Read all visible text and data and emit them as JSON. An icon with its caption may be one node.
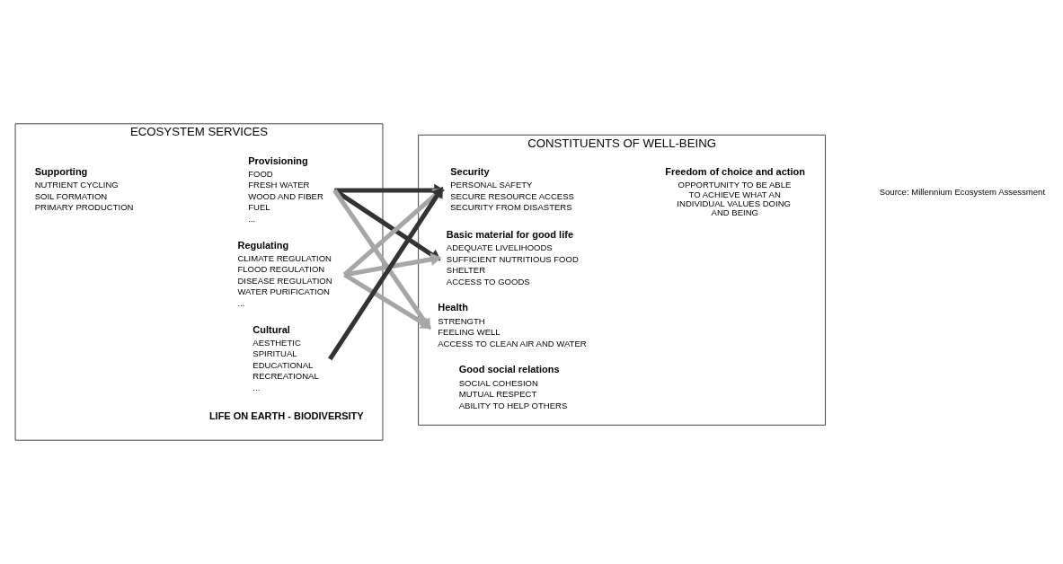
{
  "diagram": {
    "nodes": [
      {
        "text": [
          "ECOSYSTEM SERVICES"
        ]
      },
      {
        "text": [
          "Supporting",
          "NUTRIENT CYCLING",
          "SOIL FORMATION",
          "PRIMARY PRODUCTION"
        ],
        "in": 0
      },
      {
        "text": [
          "Provisioning",
          "FOOD",
          "FRESH WATER",
          "WOOD AND FIBER",
          "FUEL",
          "..."
        ],
        "in": 0
      },
      {
        "text": [
          "Regulating",
          "CLIMATE REGULATION",
          "FLOOD REGULATION",
          "DISEASE REGULATION",
          "WATER PURIFICATION",
          "..."
        ],
        "in": 0
      },
      {
        "text": [
          "Cultural",
          "AESTHETIC",
          "SPIRITUAL",
          "EDUCATIONAL",
          "RECREATIONAL",
          "..."
        ],
        "in": 0
      },
      {
        "text": [
          "LIFE ON EARTH - BIODIVERSITY"
        ],
        "in": 0
      },
      {
        "text": [
          "CONSTITUENTS OF WELL-BEING"
        ]
      },
      {
        "text": [
          "Security",
          "PERSONAL SAFETY",
          "SECURE RESOURCE ACCESS",
          "SECURITY FROM DISASTERS"
        ],
        "in": 6
      },
      {
        "text": [
          "Basic material for good life",
          "ADEQUATE LIVELIHOODS",
          "SUFFICIENT NUTRITIOUS FOOD",
          "SHELTER",
          "ACCESS TO GOODS"
        ],
        "in": 6
      },
      {
        "text": [
          "Health",
          "STRENGTH",
          "FEELING WELL",
          "ACCESS TO CLEAN AIR AND WATER"
        ],
        "in": 6
      },
      {
        "text": [
          "Good social relations",
          "SOCIAL COHESION",
          "MUTUAL RESPECT",
          "ABILITY TO HELP OTHERS"
        ],
        "in": 6
      },
      {
        "text": [
          "Freedom of choice and action",
          "OPPORTUNITY TO BE ABLE TO ACHIEVE WHAT AN INDIVIDUAL VALUES DOING AND BEING"
        ],
        "in": 6
      }
    ],
    "edges": [
      {
        "from": 2,
        "to": 7,
        "arrow": "to",
        "color": "#333333"
      },
      {
        "from": 2,
        "to": 8,
        "arrow": "to",
        "color": "#333333"
      },
      {
        "from": 2,
        "to": 9,
        "arrow": "to"
      },
      {
        "from": 3,
        "to": 7,
        "arrow": "to"
      },
      {
        "from": 3,
        "to": 8,
        "arrow": "to"
      },
      {
        "from": 3,
        "to": 9,
        "arrow": "to"
      },
      {
        "from": 4,
        "to": 7,
        "arrow": "to",
        "color": "#333333"
      }
    ],
    "labels": [
      "Source: Millennium Ecosystem Assessment"
    ]
  }
}
